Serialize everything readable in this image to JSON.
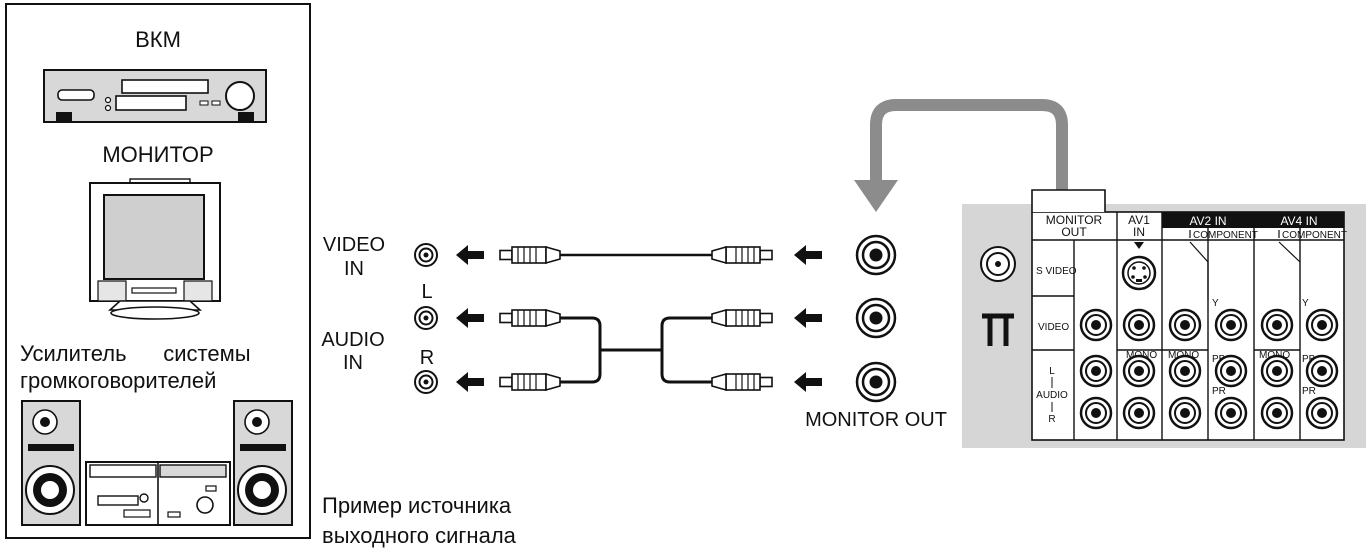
{
  "devices": {
    "vcr_label": "ВКМ",
    "monitor_label": "МОНИТОР",
    "amplifier_label_1": "Усилитель      системы",
    "amplifier_label_2": "громкоговорителей"
  },
  "caption": {
    "line1": "Пример источника",
    "line2": "выходного сигнала"
  },
  "input_labels": {
    "video_1": "VIDEO",
    "video_2": "IN",
    "audio_1": "AUDIO",
    "audio_2": "IN",
    "left": "L",
    "right": "R"
  },
  "monitor_out_label": "MONITOR OUT",
  "tv_panel": {
    "monitor_out_1": "MONITOR",
    "monitor_out_2": "OUT",
    "av1_1": "AV1",
    "av1_2": "IN",
    "av2": "AV2 IN",
    "av4": "AV4 IN",
    "component": "COMPONENT",
    "s_video": "S VIDEO",
    "video": "VIDEO",
    "audio_l": "L",
    "audio": "AUDIO",
    "audio_r": "R",
    "mono": "MONO",
    "y": "Y",
    "pb": "PB",
    "pr": "PR"
  }
}
